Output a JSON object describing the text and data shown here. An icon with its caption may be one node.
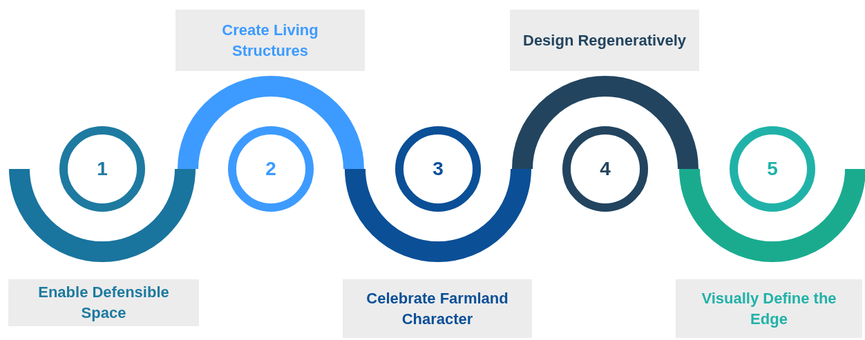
{
  "diagram": {
    "nodes": [
      {
        "text": [
          "1"
        ]
      },
      {
        "text": [
          "Enable Defensible Space"
        ]
      },
      {
        "text": [
          "2"
        ]
      },
      {
        "text": [
          "Create Living Structures"
        ]
      },
      {
        "text": [
          "3"
        ]
      },
      {
        "text": [
          "Celebrate Farmland Character"
        ]
      },
      {
        "text": [
          "4"
        ]
      },
      {
        "text": [
          "Design Regeneratively"
        ]
      },
      {
        "text": [
          "5"
        ]
      },
      {
        "text": [
          "Visually Define the Edge"
        ]
      }
    ]
  }
}
